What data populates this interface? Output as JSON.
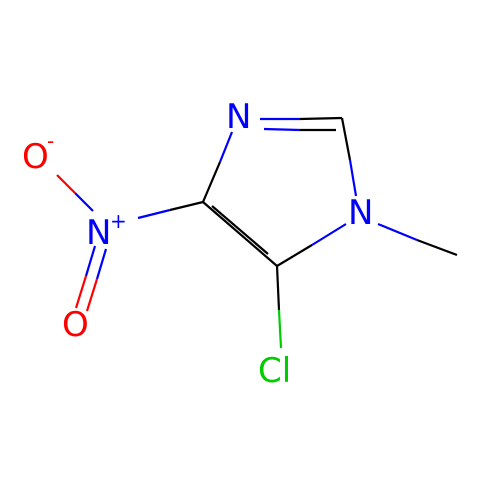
{
  "molecule": {
    "atoms": [
      {
        "id": "n3",
        "symbol": "N",
        "charge": "",
        "color": "#0000ff"
      },
      {
        "id": "n1",
        "symbol": "N",
        "charge": "",
        "color": "#0000ff"
      },
      {
        "id": "n_nitro",
        "symbol": "N",
        "charge": "+",
        "color": "#0000ff"
      },
      {
        "id": "o_minus",
        "symbol": "O",
        "charge": "-",
        "color": "#ff0000"
      },
      {
        "id": "o_double",
        "symbol": "O",
        "charge": "",
        "color": "#ff0000"
      },
      {
        "id": "cl",
        "symbol": "Cl",
        "charge": "",
        "color": "#00cc00"
      }
    ],
    "colors": {
      "carbon_bond": "#000000",
      "nitrogen": "#0000ff",
      "oxygen": "#ff0000",
      "chlorine": "#00cc00"
    }
  }
}
